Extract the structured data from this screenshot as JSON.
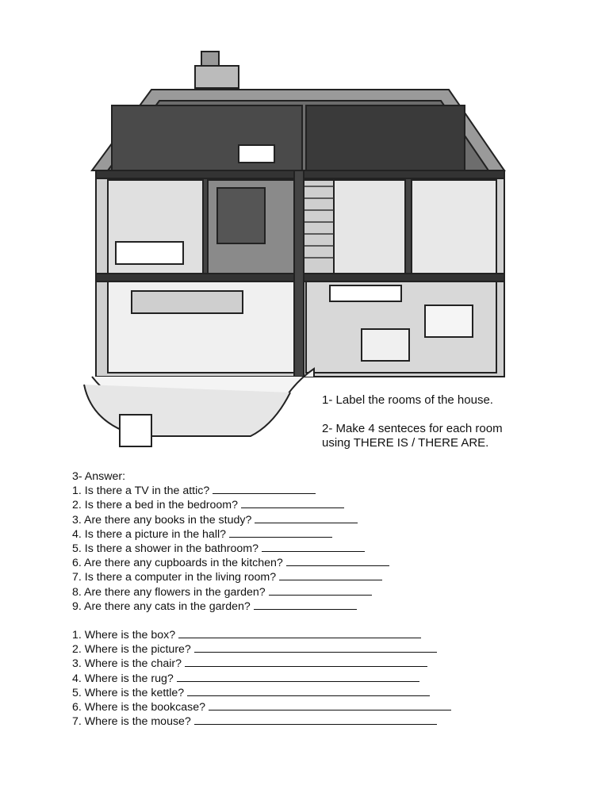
{
  "instructions": [
    "1- Label the rooms of the house.",
    "2- Make 4 senteces for each room",
    "using THERE IS / THERE ARE."
  ],
  "section3": {
    "heading": "3- Answer:",
    "questions": [
      "1. Is there a TV in the attic?",
      "2. Is there a bed in the bedroom?",
      "3. Are there any books in the study?",
      "4. Is there a picture in the hall?",
      "5. Is there a shower in the bathroom?",
      "6. Are there any cupboards in the kitchen?",
      "7. Is there a computer in the living room?",
      "8. Are there any flowers in the garden?",
      "9. Are there any cats in the garden?"
    ],
    "where_questions": [
      "1. Where is the box?",
      "2. Where is the picture?",
      "3. Where is the chair?",
      "4. Where is the rug?",
      "5. Where is the kettle?",
      "6. Where is the bookcase?",
      "7. Where is the mouse?"
    ]
  }
}
